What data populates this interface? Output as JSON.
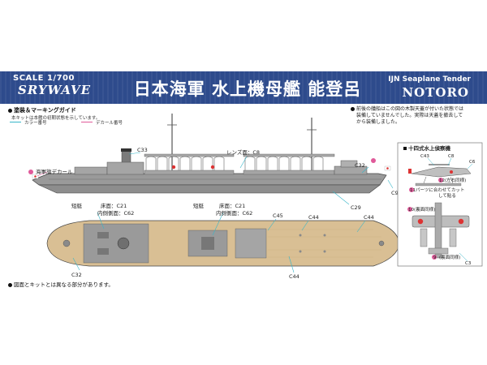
{
  "header": {
    "scale": "SCALE 1/700",
    "brand": "SRYWAVE",
    "title": "日本海軍 水上機母艦 能登呂",
    "en_subtitle": "IJN Seaplane Tender",
    "en_name": "NOTORO"
  },
  "legend": {
    "section_title": "塗装＆マーキングガイド",
    "note": "本キットは本艦の初期状態を示しています。",
    "color_label": "カラー番号",
    "decal_label": "デカール番号",
    "color_line": "#37b6c9",
    "decal_line": "#e05a9a"
  },
  "right_note": {
    "text_lines": [
      "前後の艤船はこの図の木製天蓋が付いた状態では",
      "装備していませんでした。実際は天蓋を撤去して",
      "から装備しました。"
    ]
  },
  "side_view": {
    "flag_decal_label": "海軍旗デカール",
    "labels": {
      "c33": "C33",
      "lens": "レンズ面：C8",
      "c32": "C32",
      "c9": "C9",
      "c29": "C29"
    }
  },
  "top_view": {
    "labels": {
      "short1": "短艇",
      "floor1": "床面：C21",
      "inner1": "内側側面：C62",
      "short2": "短艇",
      "floor2": "床面：C21",
      "inner2": "内側側面：C62",
      "c45": "C45",
      "c44a": "C44",
      "c44b": "C44",
      "c44c": "C44",
      "c32": "C32"
    }
  },
  "aircraft": {
    "title": "十四式水上偵察機",
    "c43": "C43",
    "c8": "C8",
    "c6": "C6",
    "decal12": "(左右同様)",
    "parts_note_1": "パーツに合わせてカット",
    "parts_note_2": "して貼る",
    "decal10": "(裏面同様)",
    "decal9": "(裏面同様)",
    "c3": "C3",
    "n12": "12",
    "n11": "11",
    "n10": "10",
    "n9": "9"
  },
  "footer": {
    "note": "図面とキットとは異なる部分があります。"
  },
  "colors": {
    "hull_grey": "#9a9a9a",
    "deck_wood": "#d9bf94",
    "header_blue": "#2e4b8c"
  }
}
